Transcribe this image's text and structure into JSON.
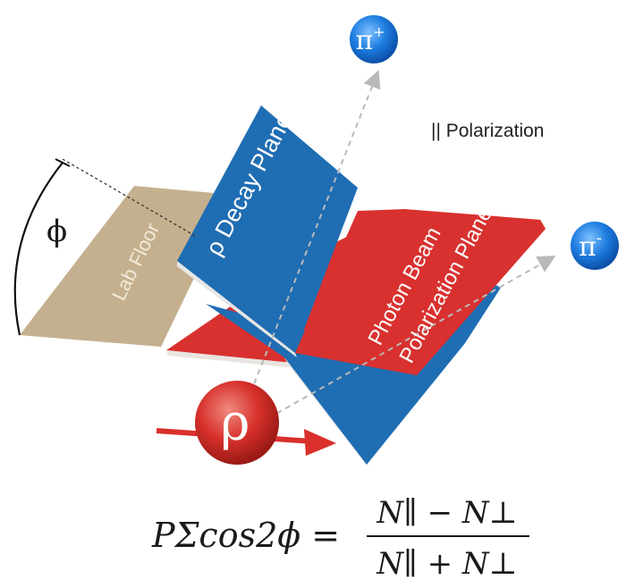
{
  "labels": {
    "decay_plane": "ρ Decay Plane",
    "lab_floor": "Lab Floor",
    "photon_plane_line1": "Photon Beam",
    "photon_plane_line2": "Polarization Plane",
    "polarization_note": "|| Polarization",
    "phi": "ϕ",
    "rho": "ρ",
    "pi_plus": "π",
    "pi_plus_sup": "+",
    "pi_minus": "π",
    "pi_minus_sup": "-"
  },
  "formula": {
    "lhs": "PΣcos2ϕ =",
    "numerator": "N∥ − N⊥",
    "denominator": "N∥ + N⊥"
  },
  "colors": {
    "blue_plane": "#1f6db3",
    "red_plane": "#d8312f",
    "lab_floor": "#c4b08e",
    "ball_blue": "#1e7de0",
    "ball_red": "#d7302a",
    "arrow_red": "#d9302b",
    "dashed": "#b9b9b9"
  }
}
